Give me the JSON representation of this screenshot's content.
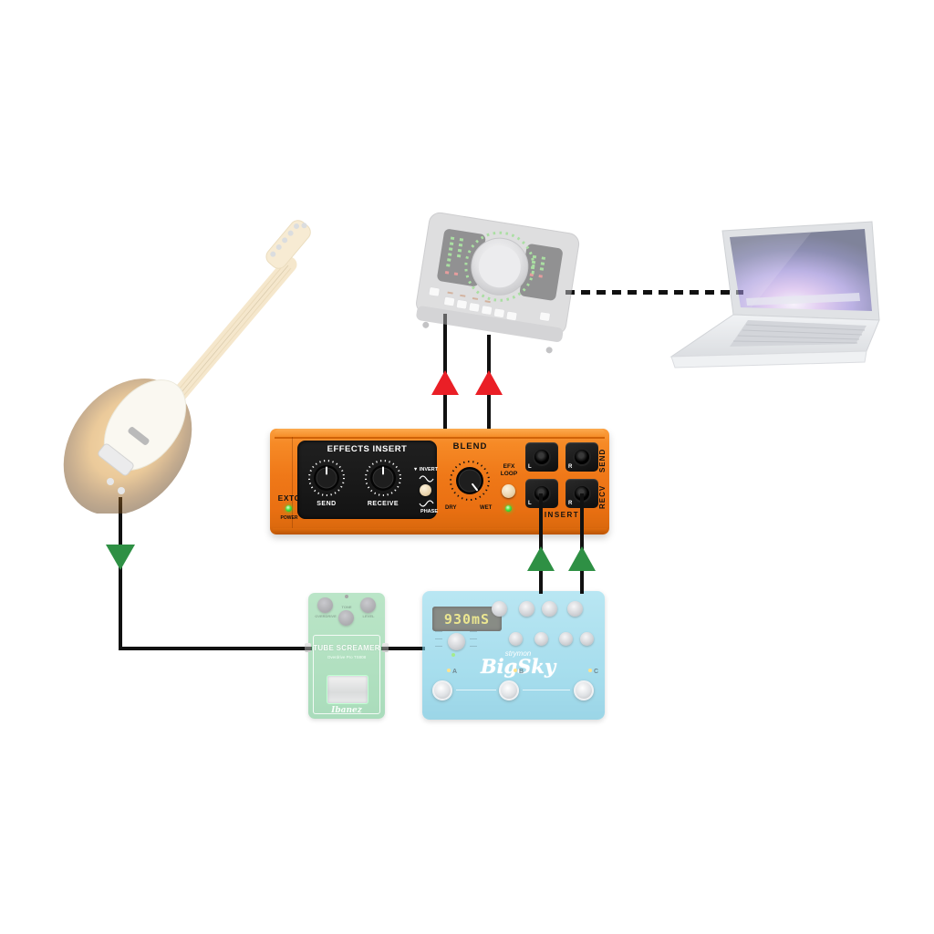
{
  "extc_unit": {
    "model": "EXTC",
    "power_label": "POWER",
    "panel_title": "EFFECTS INSERT",
    "send_label": "SEND",
    "receive_label": "RECEIVE",
    "invert_label": "INVERT",
    "phase_label": "PHASE",
    "blend_label": "BLEND",
    "dry_label": "DRY",
    "wet_label": "WET",
    "efx_label": "EFX",
    "loop_label": "LOOP",
    "jack_left_label": "L",
    "jack_right_label": "R",
    "send_jacks_label": "SEND",
    "recv_jacks_label": "RECV",
    "insert_label": "INSERT"
  },
  "tube_screamer": {
    "title": "TUBE SCREAMER",
    "subtitle": "Overdrive Pro TS808",
    "brand": "Ibanez",
    "knob_overdrive": "OVERDRIVE",
    "knob_tone": "TONE",
    "knob_level": "LEVEL"
  },
  "bigsky": {
    "display_value": "930mS",
    "brand": "strymon",
    "model": "BigSky",
    "footswitch_a": "A",
    "footswitch_b": "B",
    "footswitch_c": "C"
  },
  "colors": {
    "unit_orange": "#ef7818",
    "arrow_red": "#ea1f26",
    "arrow_green": "#2e9044",
    "cable_black": "#111111",
    "tube_screamer_green": "#6ec48a",
    "bigsky_blue": "#7fd0e6"
  }
}
